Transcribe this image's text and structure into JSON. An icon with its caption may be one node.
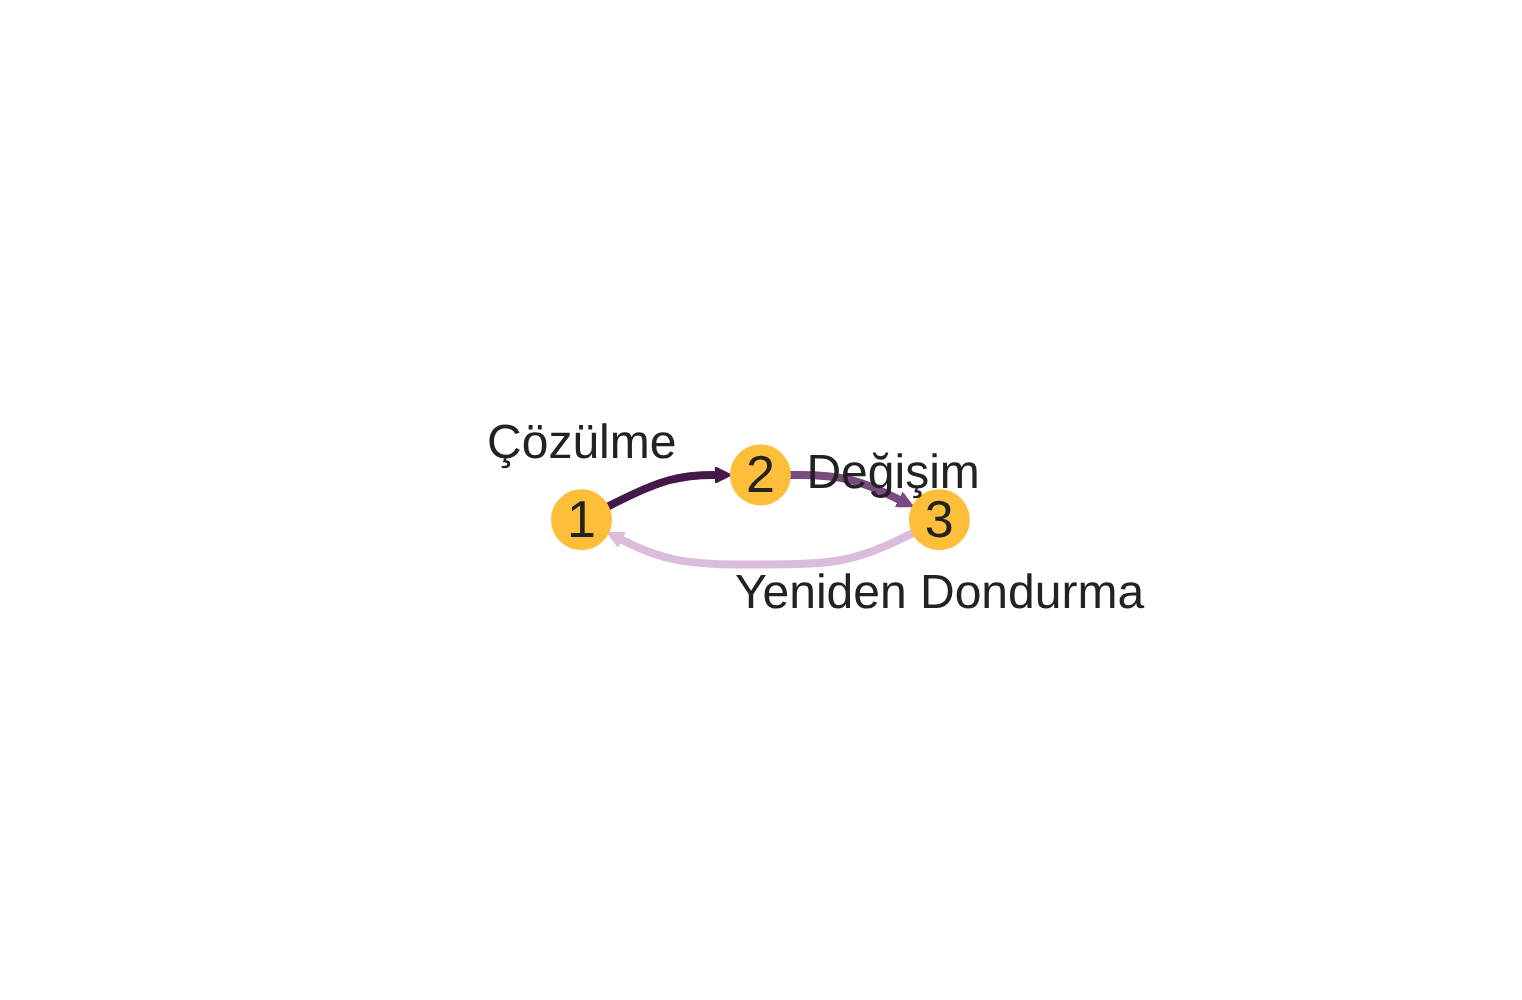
{
  "diagram": {
    "nodes": [
      {
        "text": [
          "1"
        ],
        "beside": [
          "Çözülme"
        ]
      },
      {
        "text": [
          "2"
        ],
        "beside": [
          "Değişim"
        ]
      },
      {
        "text": [
          "3"
        ],
        "beside": [
          "Yeniden Dondurma"
        ]
      }
    ],
    "edges": [
      {
        "from": 0,
        "to": 1,
        "arrow": "to",
        "color": "#45184a"
      },
      {
        "from": 1,
        "to": 2,
        "arrow": "to",
        "color": "#7b4a80"
      },
      {
        "from": 2,
        "to": 0,
        "arrow": "to",
        "color": "#dbbcdc"
      }
    ]
  }
}
